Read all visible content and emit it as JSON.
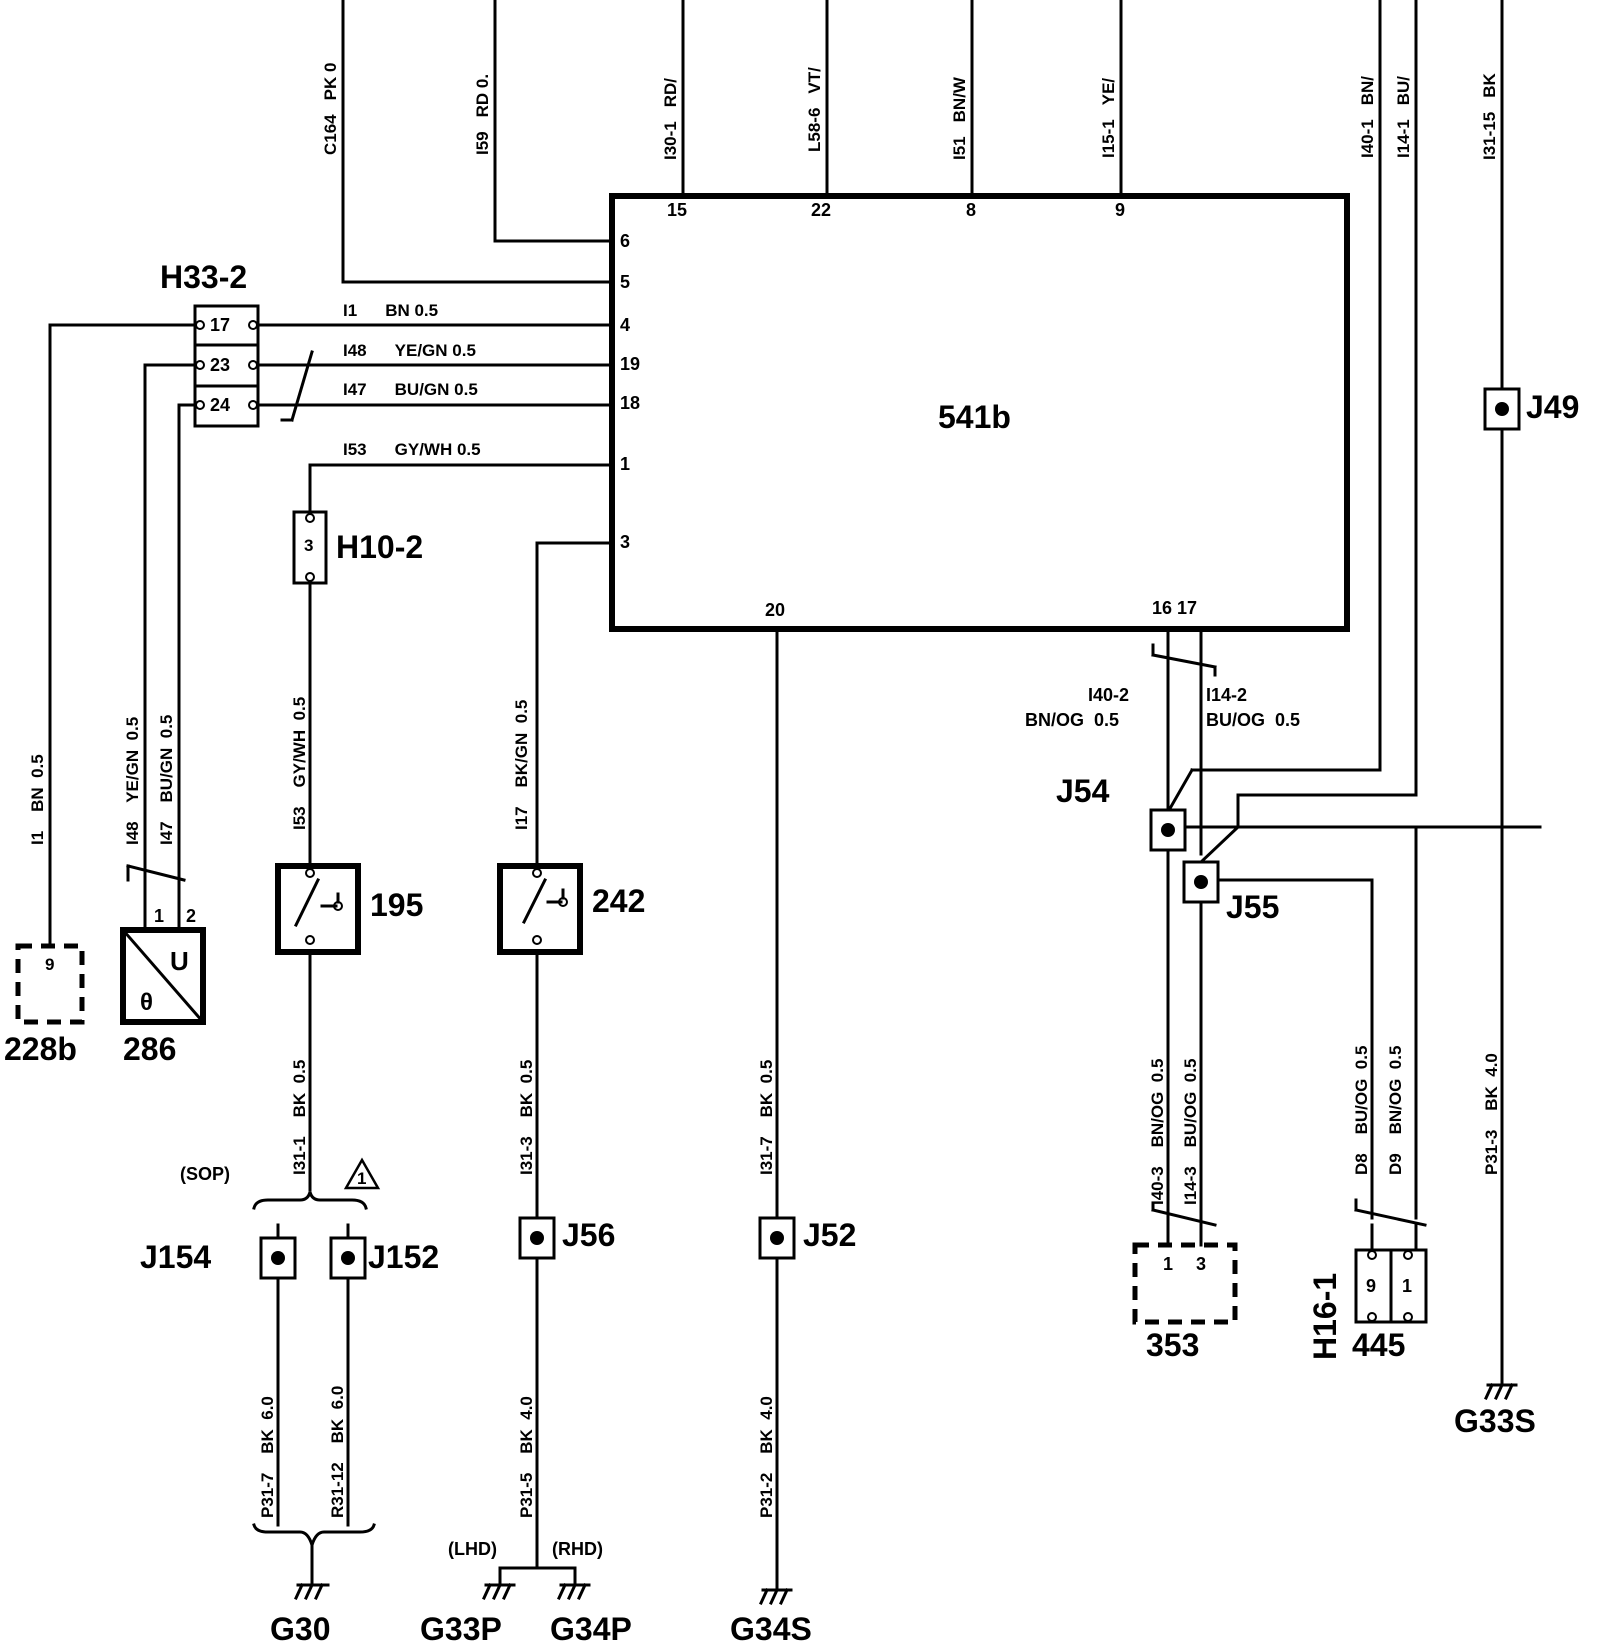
{
  "top_wires": [
    {
      "circuit": "C164",
      "color": "PK 0"
    },
    {
      "circuit": "I59",
      "color": "RD 0."
    },
    {
      "circuit": "I30-1",
      "color": "RD/"
    },
    {
      "circuit": "L58-6",
      "color": "VT/"
    },
    {
      "circuit": "I51",
      "color": "BN/W"
    },
    {
      "circuit": "I15-1",
      "color": "YE/"
    },
    {
      "circuit": "I40-1",
      "color": "BN/"
    },
    {
      "circuit": "I14-1",
      "color": "BU/"
    },
    {
      "circuit": "I31-15",
      "color": "BK"
    }
  ],
  "ecu": {
    "name": "541b",
    "pins": {
      "p15": "15",
      "p22": "22",
      "p8": "8",
      "p9": "9",
      "p6": "6",
      "p5": "5",
      "p4": "4",
      "p19": "19",
      "p18": "18",
      "p1": "1",
      "p3": "3",
      "p20": "20",
      "p16_17": "16 17"
    }
  },
  "connector_h33": {
    "label": "H33-2",
    "pins": [
      "17",
      "23",
      "24"
    ]
  },
  "connector_h10": {
    "label": "H10-2",
    "pin": "3"
  },
  "harness_labels": [
    {
      "circuit": "I1",
      "color": "BN 0.5"
    },
    {
      "circuit": "I48",
      "color": "YE/GN 0.5"
    },
    {
      "circuit": "I47",
      "color": "BU/GN 0.5"
    },
    {
      "circuit": "I53",
      "color": "GY/WH 0.5"
    }
  ],
  "left_vertical_labels": {
    "i1": "I1    BN  0.5",
    "i48": "I48    YE/GN  0.5",
    "i47": "I47    BU/GN  0.5",
    "i53": "I53    GY/WH  0.5",
    "i17": "I17    BK/GN  0.5"
  },
  "components": {
    "c228b": {
      "label": "228b",
      "pin": "9"
    },
    "c286": {
      "label": "286",
      "pin1": "1",
      "pin2": "2",
      "sym_u": "U",
      "sym_theta": "θ"
    },
    "c195": {
      "label": "195"
    },
    "c242": {
      "label": "242"
    },
    "c353": {
      "label": "353",
      "pin1": "1",
      "pin3": "3"
    },
    "c445": {
      "label": "445",
      "pin9": "9",
      "pin1": "1"
    },
    "h16": {
      "label": "H16-1"
    }
  },
  "lower_wire_labels": {
    "w195": "I31-1    BK  0.5",
    "w242": "I31-3    BK  0.5",
    "w20": "I31-7    BK  0.5",
    "j154_down": "P31-7    BK  6.0",
    "j152_down": "R31-12    BK  6.0",
    "j56_down": "P31-5    BK  4.0",
    "j52_down": "P31-2    BK  4.0",
    "i40_3": "I40-3    BN/OG  0.5",
    "i14_3": "I14-3    BU/OG  0.5",
    "d8": "D8    BU/OG  0.5",
    "d9": "D9    BN/OG  0.5",
    "p31_3": "P31-3    BK  4.0"
  },
  "right_labels": {
    "i40_2": "I40-2",
    "bn_og": "BN/OG  0.5",
    "i14_2": "I14-2",
    "bu_og": "BU/OG  0.5"
  },
  "splices": {
    "j49": "J49",
    "j54": "J54",
    "j55": "J55",
    "j56": "J56",
    "j52": "J52",
    "j154": "J154",
    "j152": "J152"
  },
  "notes": {
    "sop": "(SOP)",
    "warn": "1",
    "lhd": "(LHD)",
    "rhd": "(RHD)"
  },
  "grounds": {
    "g30": "G30",
    "g33p": "G33P",
    "g34p": "G34P",
    "g34s": "G34S",
    "g33s": "G33S"
  }
}
